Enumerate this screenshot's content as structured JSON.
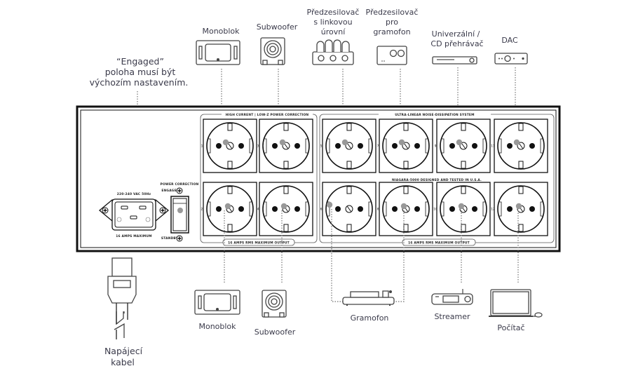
{
  "note": {
    "lines": [
      "“Engaged”",
      "poloha musí být",
      "výchozím nastavením."
    ]
  },
  "panel": {
    "left_group_title": "HIGH CURRENT | LOW-Z POWER CORRECTION",
    "right_group_title": "ULTRA-LINEAR NOISE-DISSIPATION SYSTEM",
    "model_text": "NIAGARA-5000  DESIGNED AND TESTED IN U.S.A.",
    "output_label_left": "16 AMPS RMS MAXIMUM OUTPUT",
    "output_label_right": "16 AMPS RMS MAXIMUM OUTPUT",
    "inlet_top": "220-240 VAC 50Hz",
    "inlet_bottom": "16 AMPS MAXIMUM",
    "switch_title": "POWER CORRECTION",
    "switch_engaged": "ENGAGED",
    "switch_standby": "STANDBY",
    "outlets_top": [
      "1",
      "3",
      "5",
      "7",
      "9",
      "11"
    ],
    "outlets_bottom": [
      "2",
      "4",
      "6",
      "8",
      "10",
      "12"
    ]
  },
  "top_devices": [
    {
      "id": "monoblok",
      "icon": "amplifier-icon",
      "label": [
        "Monoblok"
      ]
    },
    {
      "id": "subwoofer",
      "icon": "subwoofer-icon",
      "label": [
        "Subwoofer"
      ]
    },
    {
      "id": "line-preamp",
      "icon": "tube-preamp-icon",
      "label": [
        "Předzesilovač",
        "s  linkovou",
        "úrovní"
      ]
    },
    {
      "id": "phono-preamp",
      "icon": "phono-preamp-icon",
      "label": [
        "Předzesilovač",
        "pro",
        "gramofon"
      ]
    },
    {
      "id": "cd-player",
      "icon": "cd-player-icon",
      "label": [
        "Univerzální /",
        "CD přehrávač"
      ]
    },
    {
      "id": "dac",
      "icon": "dac-icon",
      "label": [
        "DAC"
      ]
    }
  ],
  "bottom_devices": [
    {
      "id": "power-cable",
      "icon": "power-plug-icon",
      "label": [
        "Napájecí",
        "kabel"
      ]
    },
    {
      "id": "monoblok",
      "icon": "amplifier-icon",
      "label": [
        "Monoblok"
      ]
    },
    {
      "id": "subwoofer",
      "icon": "subwoofer-icon",
      "label": [
        "Subwoofer"
      ]
    },
    {
      "id": "turntable",
      "icon": "turntable-icon",
      "label": [
        "Gramofon"
      ]
    },
    {
      "id": "streamer",
      "icon": "streamer-icon",
      "label": [
        "Streamer"
      ]
    },
    {
      "id": "computer",
      "icon": "laptop-icon",
      "label": [
        "Počítač"
      ]
    }
  ]
}
